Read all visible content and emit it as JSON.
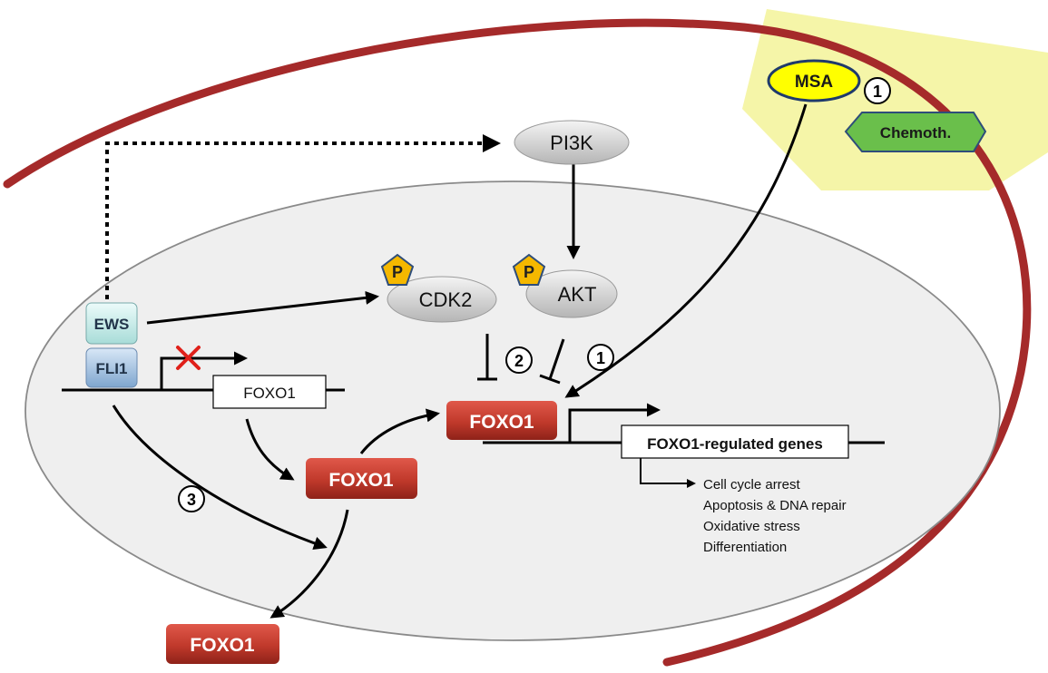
{
  "labels": {
    "msa": "MSA",
    "chemotherapy": "Chemoth.",
    "pi3k": "PI3K",
    "cdk2": "CDK2",
    "akt": "AKT",
    "phospho_cdk2": "P",
    "phospho_akt": "P",
    "ews": "EWS",
    "fli1": "FLI1",
    "foxo1_gene": "FOXO1",
    "foxo1_protein_nuclear": "FOXO1",
    "foxo1_protein_mid": "FOXO1",
    "foxo1_protein_exported": "FOXO1",
    "target_genes": "FOXO1-regulated genes",
    "mechanism_1_top": "1",
    "mechanism_1_nucleus": "1",
    "mechanism_2": "2",
    "mechanism_3": "3"
  },
  "outcomes": [
    "Cell cycle arrest",
    "Apoptosis & DNA repair",
    "Oxidative stress",
    "Differentiation"
  ],
  "colors": {
    "cell_membrane": "#a52a2a",
    "nucleus_fill": "#efefef",
    "nucleus_stroke": "#8a8a8a",
    "foxo1_protein": "#c0392b",
    "msa_fill": "#ffff00",
    "drug_zone": "#f5f5a8",
    "chemo_fill": "#6abf4b",
    "phospho_fill": "#f5b800",
    "kinase_fill": "#d0d0d0",
    "ews_fill": "#c7f0ee",
    "fli1_fill": "#a9c8e8",
    "inhibition_mark": "#e0201a"
  }
}
